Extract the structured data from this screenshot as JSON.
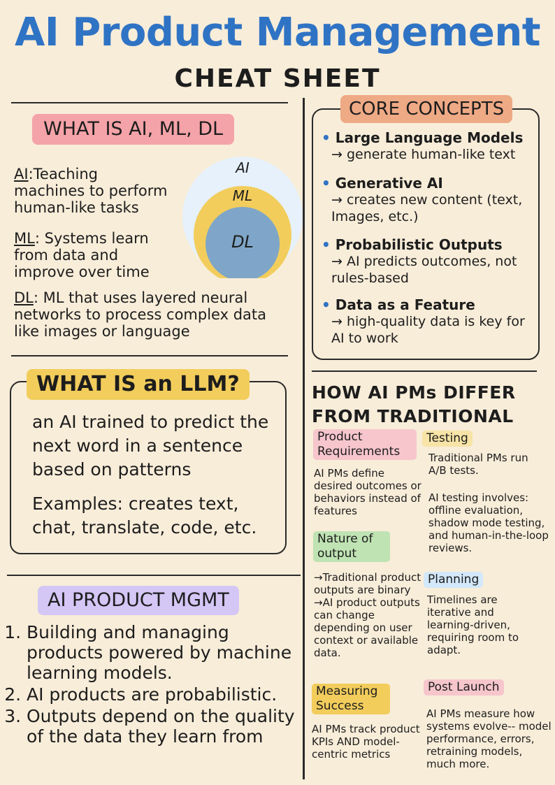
{
  "header": {
    "title": "AI Product Management",
    "subtitle": "CHEAT SHEET"
  },
  "what_is": {
    "heading": "WHAT IS AI, ML, DL",
    "ai_term": "AI",
    "ai_def": ":Teaching machines to perform human-like tasks",
    "ml_term": "ML",
    "ml_def": ": Systems learn from data and improve over time",
    "dl_term": "DL",
    "dl_def": ": ML that uses layered neural networks to process complex data like images or language",
    "diagram": {
      "outer": "AI",
      "middle": "ML",
      "inner": "DL"
    }
  },
  "llm": {
    "heading": "WHAT IS an LLM?",
    "definition": "an AI trained to predict the next word in a sentence based on patterns",
    "examples": "Examples: creates text, chat, translate, code, etc."
  },
  "mgmt": {
    "heading": "AI PRODUCT MGMT",
    "items": [
      "Building and managing products powered by machine learning models.",
      "AI products are probabilistic.",
      "Outputs depend on the quality of the data they learn from"
    ]
  },
  "core": {
    "heading": "CORE CONCEPTS",
    "items": [
      {
        "title": "Large Language Models",
        "body": "→ generate human-like text"
      },
      {
        "title": "Generative AI",
        "body": "→ creates new content (text, Images, etc.)"
      },
      {
        "title": "Probabilistic Outputs",
        "body": "→ AI predicts outcomes, not rules-based"
      },
      {
        "title": "Data as a Feature",
        "body": "→ high-quality data is key for AI to work"
      }
    ]
  },
  "differ": {
    "heading": "HOW AI PMs DIFFER FROM TRADITIONAL PMs",
    "cards": {
      "requirements": {
        "label": "Product Requirements",
        "body": "AI PMs define desired outcomes or behaviors instead of features"
      },
      "testing": {
        "label": "Testing",
        "body1": "Traditional PMs run A/B tests.",
        "body2": "AI testing involves: offline evaluation, shadow mode testing, and human-in-the-loop reviews."
      },
      "nature": {
        "label": "Nature of output",
        "body": "→Traditional product outputs are binary →AI product outputs can change depending on user context or available data."
      },
      "planning": {
        "label": "Planning",
        "body": "Timelines are iterative and learning-driven, requiring room to adapt."
      },
      "measuring": {
        "label": "Measuring Success",
        "body": "AI PMs track product KPIs AND model-centric metrics"
      },
      "postlaunch": {
        "label": "Post Launch",
        "body": "AI PMs measure how systems evolve-- model performance, errors, retraining models, much more."
      }
    }
  },
  "colors": {
    "title_blue": "#2f73c4",
    "pink": "#f4a3a8",
    "yellow": "#f2cd5c",
    "purple": "#d4c6f5",
    "orange": "#eea985",
    "green": "#bfe3b3",
    "lightblue": "#d3e8fa",
    "light_yellow": "#f7e4a6",
    "light_pink": "#f6c6cc",
    "circle_outer": "#e6f1fb",
    "circle_middle": "#f2cd5c",
    "circle_inner": "#7fa6c8"
  }
}
